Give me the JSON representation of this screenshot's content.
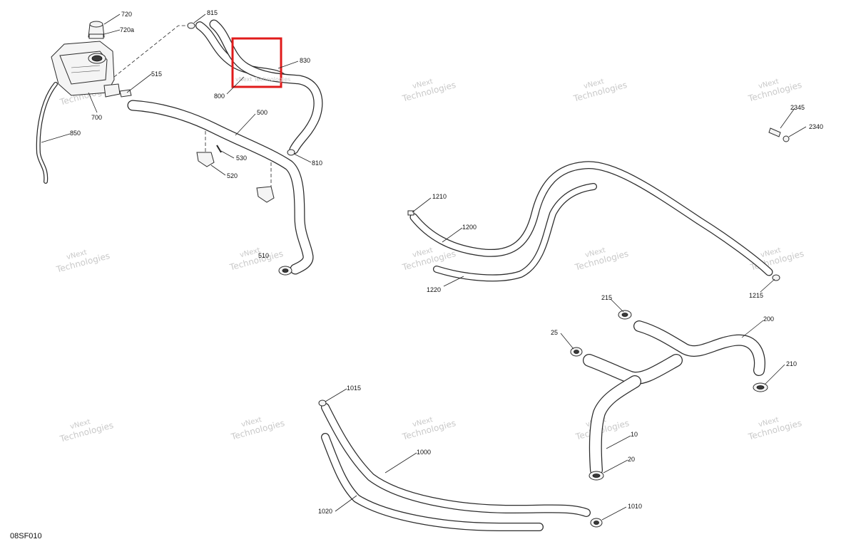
{
  "diagram": {
    "reference_code": "08SF010",
    "watermark": {
      "line1": "vNext",
      "line2": "Technologies",
      "inline": "vNext Technologies"
    },
    "highlight_color": "#e01b1b",
    "parts": [
      {
        "id": "720",
        "label": "720"
      },
      {
        "id": "720a",
        "label": "720a"
      },
      {
        "id": "815",
        "label": "815"
      },
      {
        "id": "830",
        "label": "830"
      },
      {
        "id": "800",
        "label": "800"
      },
      {
        "id": "515",
        "label": "515"
      },
      {
        "id": "700",
        "label": "700"
      },
      {
        "id": "850",
        "label": "850"
      },
      {
        "id": "500",
        "label": "500"
      },
      {
        "id": "530",
        "label": "530"
      },
      {
        "id": "520",
        "label": "520"
      },
      {
        "id": "810",
        "label": "810"
      },
      {
        "id": "510",
        "label": "510"
      },
      {
        "id": "2345",
        "label": "2345"
      },
      {
        "id": "2340",
        "label": "2340"
      },
      {
        "id": "1210",
        "label": "1210"
      },
      {
        "id": "1200",
        "label": "1200"
      },
      {
        "id": "1220",
        "label": "1220"
      },
      {
        "id": "1215",
        "label": "1215"
      },
      {
        "id": "215",
        "label": "215"
      },
      {
        "id": "200",
        "label": "200"
      },
      {
        "id": "25",
        "label": "25"
      },
      {
        "id": "210",
        "label": "210"
      },
      {
        "id": "1015",
        "label": "1015"
      },
      {
        "id": "1000",
        "label": "1000"
      },
      {
        "id": "10",
        "label": "10"
      },
      {
        "id": "20",
        "label": "20"
      },
      {
        "id": "1020",
        "label": "1020"
      },
      {
        "id": "1010",
        "label": "1010"
      }
    ]
  }
}
